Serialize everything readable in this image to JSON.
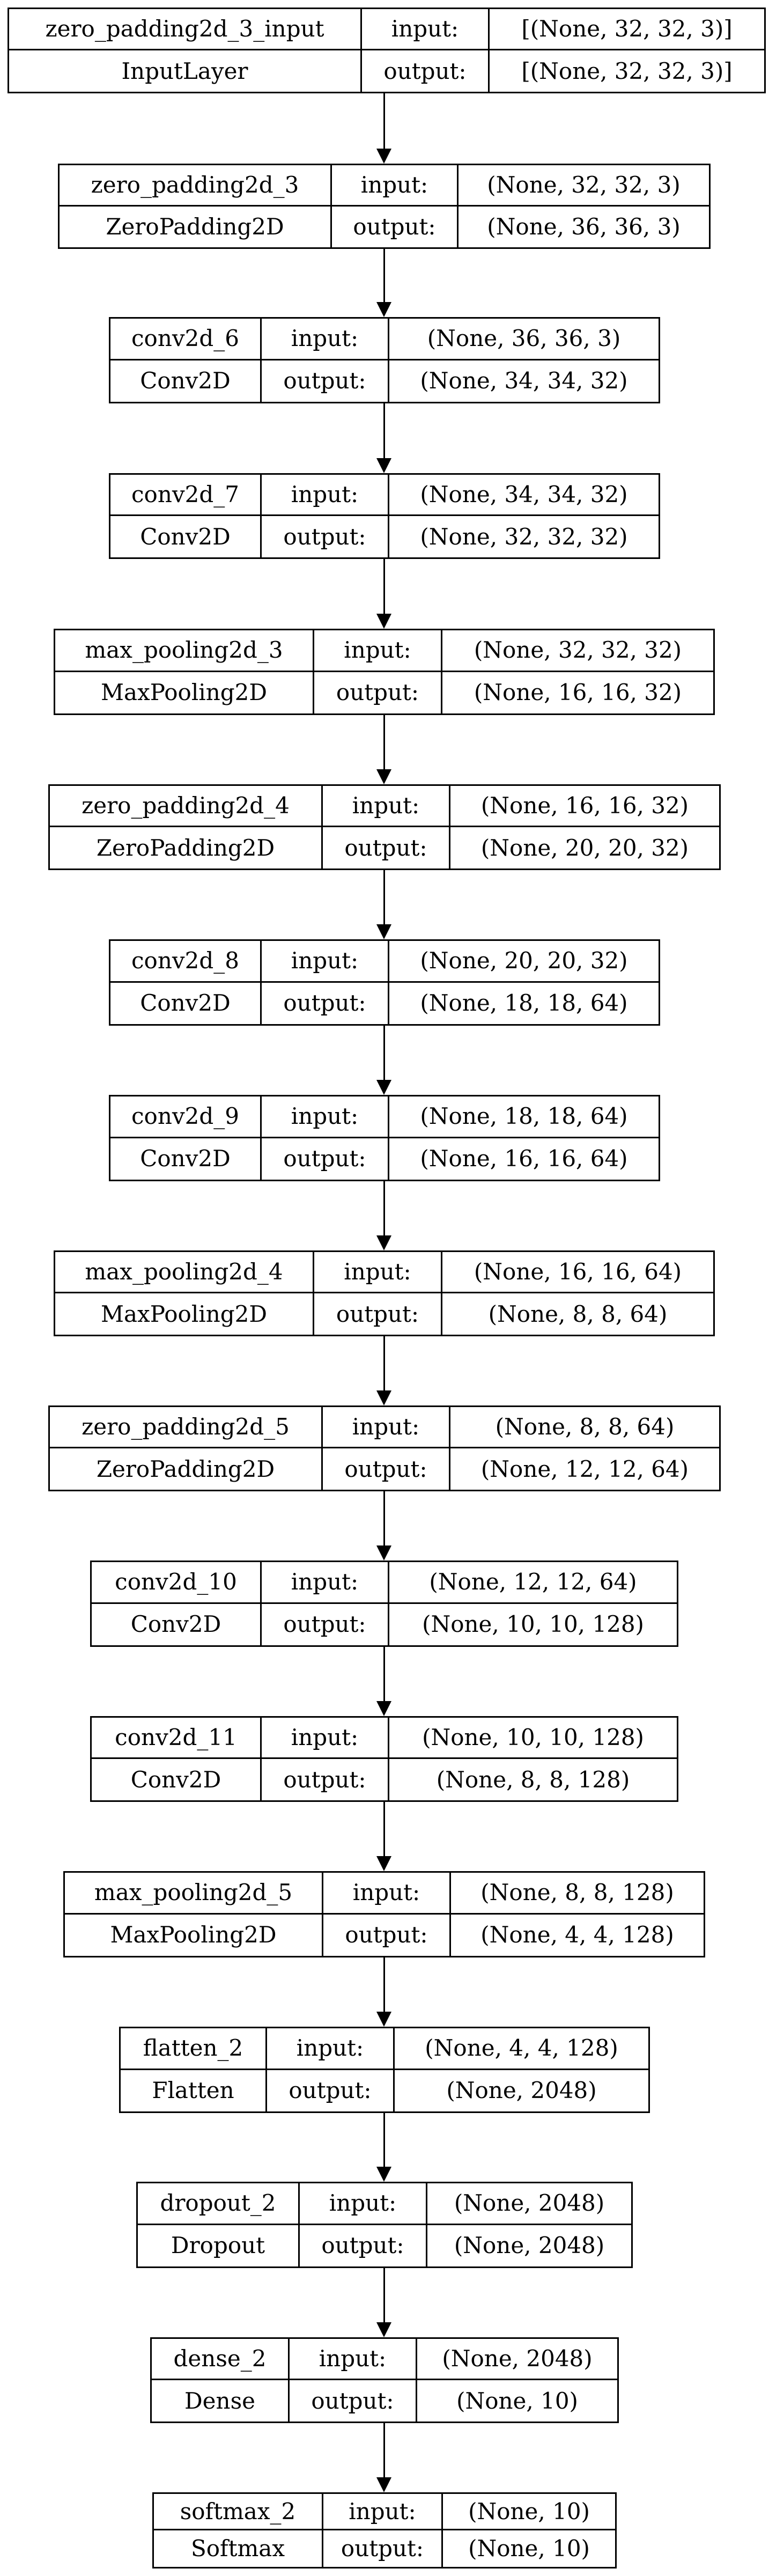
{
  "diagram": {
    "type": "keras-model-plot",
    "port_labels": {
      "input": "input:",
      "output": "output:"
    },
    "nodes": [
      {
        "name": "zero_padding2d_3_input",
        "layer_type": "InputLayer",
        "input_shape": "[(None, 32, 32, 3)]",
        "output_shape": "[(None, 32, 32, 3)]"
      },
      {
        "name": "zero_padding2d_3",
        "layer_type": "ZeroPadding2D",
        "input_shape": "(None, 32, 32, 3)",
        "output_shape": "(None, 36, 36, 3)"
      },
      {
        "name": "conv2d_6",
        "layer_type": "Conv2D",
        "input_shape": "(None, 36, 36, 3)",
        "output_shape": "(None, 34, 34, 32)"
      },
      {
        "name": "conv2d_7",
        "layer_type": "Conv2D",
        "input_shape": "(None, 34, 34, 32)",
        "output_shape": "(None, 32, 32, 32)"
      },
      {
        "name": "max_pooling2d_3",
        "layer_type": "MaxPooling2D",
        "input_shape": "(None, 32, 32, 32)",
        "output_shape": "(None, 16, 16, 32)"
      },
      {
        "name": "zero_padding2d_4",
        "layer_type": "ZeroPadding2D",
        "input_shape": "(None, 16, 16, 32)",
        "output_shape": "(None, 20, 20, 32)"
      },
      {
        "name": "conv2d_8",
        "layer_type": "Conv2D",
        "input_shape": "(None, 20, 20, 32)",
        "output_shape": "(None, 18, 18, 64)"
      },
      {
        "name": "conv2d_9",
        "layer_type": "Conv2D",
        "input_shape": "(None, 18, 18, 64)",
        "output_shape": "(None, 16, 16, 64)"
      },
      {
        "name": "max_pooling2d_4",
        "layer_type": "MaxPooling2D",
        "input_shape": "(None, 16, 16, 64)",
        "output_shape": "(None, 8, 8, 64)"
      },
      {
        "name": "zero_padding2d_5",
        "layer_type": "ZeroPadding2D",
        "input_shape": "(None, 8, 8, 64)",
        "output_shape": "(None, 12, 12, 64)"
      },
      {
        "name": "conv2d_10",
        "layer_type": "Conv2D",
        "input_shape": "(None, 12, 12, 64)",
        "output_shape": "(None, 10, 10, 128)"
      },
      {
        "name": "conv2d_11",
        "layer_type": "Conv2D",
        "input_shape": "(None, 10, 10, 128)",
        "output_shape": "(None, 8, 8, 128)"
      },
      {
        "name": "max_pooling2d_5",
        "layer_type": "MaxPooling2D",
        "input_shape": "(None, 8, 8, 128)",
        "output_shape": "(None, 4, 4, 128)"
      },
      {
        "name": "flatten_2",
        "layer_type": "Flatten",
        "input_shape": "(None, 4, 4, 128)",
        "output_shape": "(None, 2048)"
      },
      {
        "name": "dropout_2",
        "layer_type": "Dropout",
        "input_shape": "(None, 2048)",
        "output_shape": "(None, 2048)"
      },
      {
        "name": "dense_2",
        "layer_type": "Dense",
        "input_shape": "(None, 2048)",
        "output_shape": "(None, 10)"
      },
      {
        "name": "softmax_2",
        "layer_type": "Softmax",
        "input_shape": "(None, 10)",
        "output_shape": "(None, 10)"
      }
    ],
    "edges": [
      [
        "zero_padding2d_3_input",
        "zero_padding2d_3"
      ],
      [
        "zero_padding2d_3",
        "conv2d_6"
      ],
      [
        "conv2d_6",
        "conv2d_7"
      ],
      [
        "conv2d_7",
        "max_pooling2d_3"
      ],
      [
        "max_pooling2d_3",
        "zero_padding2d_4"
      ],
      [
        "zero_padding2d_4",
        "conv2d_8"
      ],
      [
        "conv2d_8",
        "conv2d_9"
      ],
      [
        "conv2d_9",
        "max_pooling2d_4"
      ],
      [
        "max_pooling2d_4",
        "zero_padding2d_5"
      ],
      [
        "zero_padding2d_5",
        "conv2d_10"
      ],
      [
        "conv2d_10",
        "conv2d_11"
      ],
      [
        "conv2d_11",
        "max_pooling2d_5"
      ],
      [
        "max_pooling2d_5",
        "flatten_2"
      ],
      [
        "flatten_2",
        "dropout_2"
      ],
      [
        "dropout_2",
        "dense_2"
      ],
      [
        "dense_2",
        "softmax_2"
      ]
    ]
  }
}
